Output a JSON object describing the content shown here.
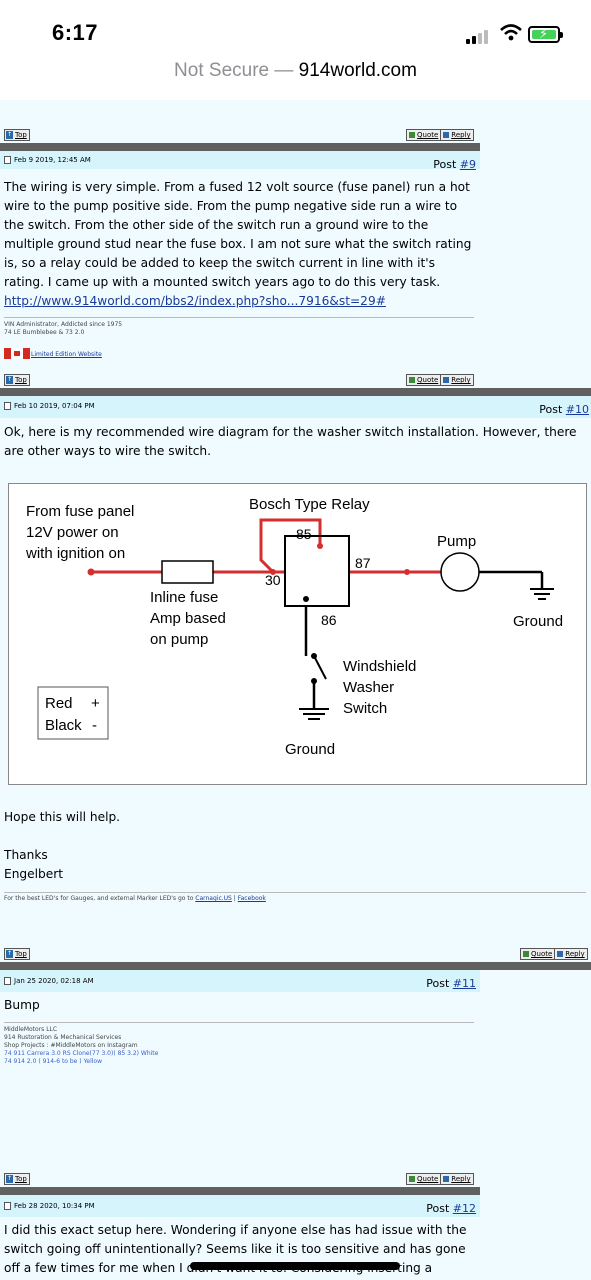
{
  "status": {
    "time": "6:17"
  },
  "url": {
    "not_secure": "Not Secure — ",
    "host": "914world.com"
  },
  "buttons": {
    "top": "Top",
    "quote": "Quote",
    "reply": "Reply"
  },
  "posts": [
    {
      "date": "Feb 9 2019, 12:45 AM",
      "post_label": "Post ",
      "post_number": "#9",
      "body": "The wiring is very simple. From a fused 12 volt source (fuse panel) run a hot wire to the pump positive side. From the pump negative side run a wire to the switch. From the other side of the switch run a ground wire to the multiple ground stud near the fuse box. I am not sure what the switch rating is, so a relay could be added to keep the switch current in line with it's rating. I came up with a mounted switch years ago to do this very task.",
      "link": "http://www.914world.com/bbs2/index.php?sho...7916&st=29#",
      "sig_lines": [
        "VIN Administrator, Addicted since 1975",
        "74 LE Bumblebee & 73 2.0"
      ],
      "sig_link": "Limited Edition Website"
    },
    {
      "date": "Feb 10 2019, 07:04 PM",
      "post_label": "Post ",
      "post_number": "#10",
      "body_intro": "Ok, here is my recommended wire diagram for the washer switch installation. However, there are other ways to wire the switch.",
      "body_after": "Hope this will help.",
      "thanks": "Thanks",
      "name": "Engelbert",
      "sig": "For the best LED's for Gauges, and external Marker LED's go to ",
      "sig_link1": "Carnagic.US",
      "sig_sep": " | ",
      "sig_link2": "Facebook"
    },
    {
      "date": "Jan 25 2020, 02:18 AM",
      "post_label": "Post ",
      "post_number": "#11",
      "body": "Bump",
      "sig_lines": [
        "MiddleMotors LLC",
        "914 Rustoration & Mechanical Services",
        "Shop Projects : #MiddleMotors on Instagram"
      ],
      "sig_blue": [
        "74 911 Carrera 3.0 RS Clone(77 3.0)( 85 3.2) White",
        "74 914 2.0 ( 914-6 to be ) Yellow"
      ]
    },
    {
      "date": "Feb 28 2020, 10:34 PM",
      "post_label": "Post ",
      "post_number": "#12",
      "body": "I did this exact setup here. Wondering if anyone else has had issue with the switch going off unintentionally? Seems like it is too sensitive and has gone off a few times for me when I didn't want it to. Considering inserting a"
    }
  ],
  "diagram": {
    "source": "From fuse panel",
    "source2": "12V power on",
    "source3": "with ignition on",
    "relay": "Bosch Type Relay",
    "pin85": "85",
    "pin30": "30",
    "pin87": "87",
    "pin86": "86",
    "pump": "Pump",
    "ground_right": "Ground",
    "fuse1": "Inline fuse",
    "fuse2": "Amp based",
    "fuse3": "on pump",
    "switch1": "Windshield",
    "switch2": "Washer",
    "switch3": "Switch",
    "ground_bottom": "Ground",
    "legend_red": "Red",
    "legend_red_sym": "+",
    "legend_black": "Black",
    "legend_black_sym": "-",
    "red_color": "#d32f2f",
    "black_color": "#000000"
  }
}
